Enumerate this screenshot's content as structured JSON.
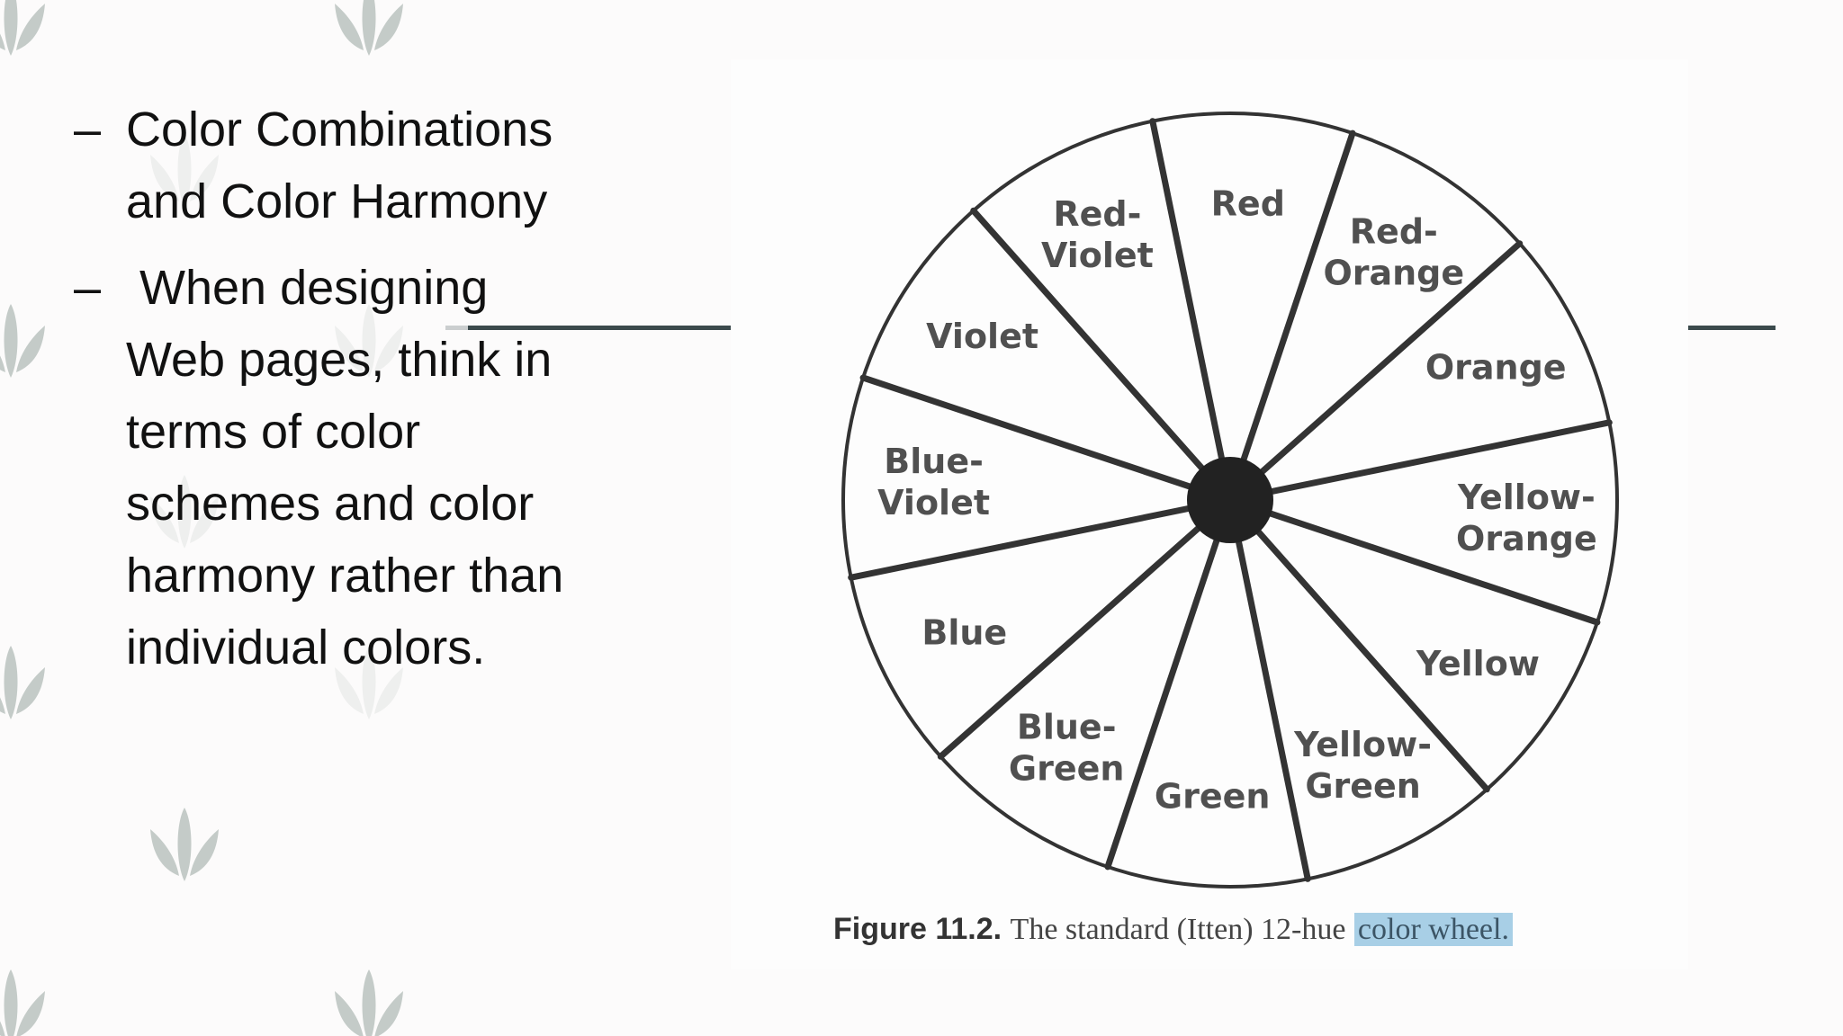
{
  "slide": {
    "bullets": [
      {
        "marker": "–",
        "text": "Color Combinations and Color Harmony"
      },
      {
        "marker": "–",
        "text": " When designing Web pages, think in terms of color schemes and color harmony rather than individual colors."
      }
    ]
  },
  "figure": {
    "caption_label": "Figure 11.2.",
    "caption_text": "The standard (Itten) 12-hue",
    "caption_highlight": "color wheel.",
    "segments": [
      {
        "lines": [
          "Red"
        ]
      },
      {
        "lines": [
          "Red-",
          "Orange"
        ]
      },
      {
        "lines": [
          "Orange"
        ]
      },
      {
        "lines": [
          "Yellow-",
          "Orange"
        ]
      },
      {
        "lines": [
          "Yellow"
        ]
      },
      {
        "lines": [
          "Yellow-",
          "Green"
        ]
      },
      {
        "lines": [
          "Green"
        ]
      },
      {
        "lines": [
          "Blue-",
          "Green"
        ]
      },
      {
        "lines": [
          "Blue"
        ]
      },
      {
        "lines": [
          "Blue-",
          "Violet"
        ]
      },
      {
        "lines": [
          "Violet"
        ]
      },
      {
        "lines": [
          "Red-",
          "Violet"
        ]
      }
    ]
  },
  "colors": {
    "background": "#fcfbfb",
    "leaf": "#c4cbc8",
    "rule": "#3b4a4c",
    "wheel_stroke": "#333333",
    "highlight": "#a8cfe6"
  },
  "icons": {
    "decor": "leaf-sprig-icon"
  }
}
